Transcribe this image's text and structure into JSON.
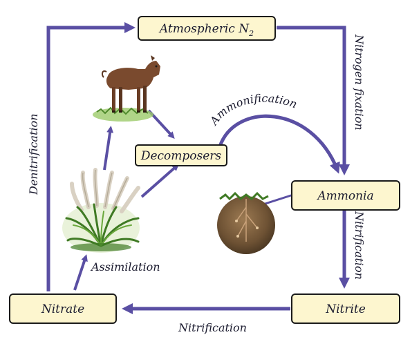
{
  "nodes": {
    "atmospheric": {
      "label": "Atmospheric N",
      "subscript": "2"
    },
    "ammonia": {
      "label": "Ammonia"
    },
    "nitrite": {
      "label": "Nitrite"
    },
    "nitrate": {
      "label": "Nitrate"
    },
    "decomposers": {
      "label": "Decomposers"
    }
  },
  "processes": {
    "nitrogen_fixation": "Nitrogen fixation",
    "nitrification_vertical": "Nitrification",
    "nitrification_bottom": "Nitrification",
    "denitrification": "Denitrification",
    "ammonification": "Ammonification",
    "assimilation": "Assimilation"
  },
  "colors": {
    "arrow": "#5a4fa3",
    "box_fill": "#fdf6cf",
    "box_border": "#1a1a1a"
  },
  "icons": [
    "goat-illustration",
    "grass-plant-illustration",
    "soil-root-nodule-illustration"
  ]
}
